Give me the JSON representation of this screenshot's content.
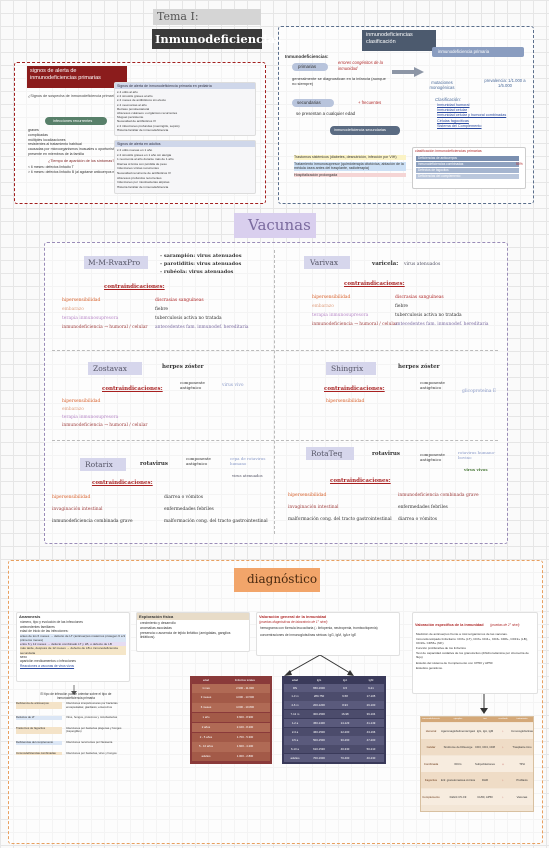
{
  "header": {
    "tema": "Tema I:",
    "title": "Inmunodeficiencias"
  },
  "signos": {
    "title": "signos de alerta de inmunodeficiencias primarias",
    "question": "¿Signos de sospecha de inmunodeficiencia primaria?",
    "pill": "infecciones recurrentes",
    "list": [
      "graves",
      "complicadas",
      "múltiples localizaciones",
      "resistentes al tratamiento habitual",
      "causadas por microorganismos inusuales u oportunistas",
      "presente en miembros de la familia"
    ],
    "tiempo_title": "¿Tiempo de aparición de los síntomas?",
    "tiempo_lines": [
      "< 6 meses: defectos linfocito T",
      "> 6 meses: defectos linfocito B (al agotarse anticuerpos maternos)"
    ],
    "right_title": "Signos de alerta de inmunodeficiencia primaria en pediatría",
    "right_lines": [
      "≥ 4 otitis al año",
      "≥ 2 sinusitis graves al año",
      "≥ 2 meses de antibióticos sin efecto",
      "≥ 2 neumonías al año",
      "Retraso pondoestatural",
      "Abscesos cutáneos u orgánicos recurrentes",
      "Muguet persistente",
      "Necesidad de antibióticos IV",
      "≥ 2 infecciones profundas (meningitis, sepsis)",
      "Historia familiar de inmunodeficiencia"
    ],
    "right2_title": "Signos de alerta en adultos",
    "right2_lines": [
      "≥ 2 otitis nuevas en 1 año",
      "≥ 2 sinusitis graves en 1 año sin alergia",
      "1 neumonía al año durante más de 1 año",
      "Diarrea crónica con pérdida de peso",
      "Infecciones víricas recurrentes",
      "Necesidad recurrente de antibióticos IV",
      "Abscesos profundos recurrentes",
      "Infecciones por micobacterias atípicas",
      "Historia familiar de inmunodeficiencia"
    ]
  },
  "clasif": {
    "title": "inmunodeficiencias clasificación",
    "inmuno_label": "Inmunodeficiencias:",
    "primarias": "primarias",
    "primarias_desc": "errores congénitos de la inmunidad",
    "primarias_note": "generalmente se diagnostican en la infancia (aunque no siempre)",
    "secundarias": "secundarias",
    "frecuentes": "+ frecuentes",
    "secundarias_note": "se presentan a cualquier edad",
    "ids_label": "inmunodeficiencia secundarias",
    "prim_header": "inmunodeficiencia primaria",
    "mutaciones": "mutaciones monogénicas",
    "prevalencia": "prevalencia: 1/1.000 a 1/5.000",
    "clasificacion_label": "Clasificación:",
    "clasificacion_items": [
      "Inmunidad humoral",
      "Inmunidad celular",
      "Inmunidad celular y humoral combinadas",
      "Células fagocíticas",
      "Sistema del Complemento"
    ],
    "sec_items": [
      "Trastornos sistémicos (diabetes, desnutrición, infección por VIH)",
      "Tratamiento inmunosupresor (quimioterapia citotóxica, ablación de la médula ósea antes del trasplante, radioterapia)",
      "Hospitalización prolongada"
    ],
    "box_title": "clasificación inmunodeficiencias primarias",
    "box_items": [
      "Deficiencias de anticuerpos",
      "Inmunodeficiencias combinadas",
      "Defectos de fagocitos",
      "Deficiencias del complemento"
    ],
    "box_pct": "50%"
  },
  "vacunas": {
    "title": "Vacunas",
    "contra": "contraindicaciones:",
    "mmr": {
      "name": "M-M-RvaxPro",
      "lines": [
        "- sarampión: virus atenuados",
        "- parotiditis: virus atenuados",
        "- rubéola: virus atenuados"
      ],
      "left": [
        "hipersensibilidad",
        "embarazo",
        "terapia inmunosupresora",
        "inmunodeficiencia → humoral / celular"
      ],
      "right": [
        "discrasias sanguíneas",
        "fiebre",
        "tuberculosis activa no tratada",
        "antecedentes fam. inmunodef. hereditaria"
      ]
    },
    "varivax": {
      "name": "Varivax",
      "label": "varicela:",
      "desc": "virus atenuados",
      "left": [
        "hipersensibilidad",
        "embarazo",
        "terapia inmunosupresora",
        "inmunodeficiencia → humoral / celular"
      ],
      "right": [
        "discrasias sanguíneas",
        "fiebre",
        "tuberculosis activa no tratada",
        "antecedentes fam. inmunodef. hereditaria"
      ]
    },
    "zostavax": {
      "name": "Zostavax",
      "label": "herpes zóster",
      "comp": "componente antigénico",
      "val": "virus vivo",
      "left": [
        "hipersensibilidad",
        "embarazo",
        "terapia inmunosupresora",
        "inmunodeficiencia → humoral / celular"
      ]
    },
    "shingrix": {
      "name": "Shingrix",
      "label": "herpes zóster",
      "comp": "componente antigénico",
      "val": "glicoproteína E",
      "left": [
        "hipersensibilidad"
      ]
    },
    "rotarix": {
      "name": "Rotarix",
      "label": "rotavirus",
      "comp": "componente antigénico",
      "val": "cepa de rotavirus humano",
      "sub": "virus atenuados",
      "left": [
        "hipersensibilidad",
        "invaginación intestinal",
        "inmunodeficiencia combinada grave"
      ],
      "right": [
        "diarrea o vómitos",
        "enfermedades febriles",
        "malformación cong. del tracto gastrointestinal"
      ]
    },
    "rotateq": {
      "name": "RotaTeq",
      "label": "rotavirus",
      "comp": "componente antigénico",
      "val": "rotavirus humano-bovino",
      "sub": "virus vivos",
      "left": [
        "hipersensibilidad",
        "invaginación intestinal",
        "malformación cong. del tracto gastrointestinal"
      ],
      "right": [
        "inmunodeficiencia combinada grave",
        "enfermedades febriles",
        "diarrea o vómitos"
      ]
    }
  },
  "diag": {
    "title": "diagnóstico",
    "anamnesis": {
      "title": "Anamnesis",
      "lines": [
        "número, tipo y evolución de las infecciones",
        "antecedentes familiares",
        "edad de inicio de las infecciones:",
        "antes de los 6 meses → defecto de LT (anticuerpos maternos protegen 6 a 9 primeros meses)",
        "entre 6 y 12 meses → defecto combinado LT y LB, o defecto de LB",
        "más tarde, después de 12 meses → defecto de LB o inmunodeficiencia secundaria",
        "sexo",
        "aparición medicamentos o infecciones",
        "Reacciones a vacunas de virus vivos"
      ],
      "subnote": "El tipo de infección puede orientar sobre el tipo de inmunodeficiencia primaria",
      "rows": [
        {
          "k": "Deficiencia de anticuerpos",
          "v": "Infecciones sinopulmonares por bacterias encapsuladas; giardiasis; enterovirus"
        },
        {
          "k": "Defectos de LT",
          "v": "Virus, hongos, protozoos y micobacterias"
        },
        {
          "k": "Trastornos de fagocitos",
          "v": "Infecciones por bacterias piógenas y hongos (Aspergillus)"
        },
        {
          "k": "Deficiencias del complemento",
          "v": "Infecciones recurrentes por Neisseria"
        },
        {
          "k": "Inmunodeficiencias combinadas",
          "v": "Infecciones por bacterias, virus y hongos"
        }
      ]
    },
    "fisica": {
      "title": "Exploración física",
      "lines": [
        "crecimiento y desarrollo",
        "anomalías asociadas",
        "presencia o ausencia de tejido linfático (amígdalas, ganglios linfáticos)."
      ]
    },
    "valor": {
      "title": "Valoración general de la inmunidad",
      "title_note": "(pruebas diagnósticas de laboratorio de 1° nivel)",
      "lines": [
        "hemograma con fórmula leucocitaria (↓ linfopenia, neutropenia, trombocitopenia)",
        "concentraciones de inmunoglobulinas séricas: IgG, IgM, IgA e IgE"
      ]
    },
    "valor2": {
      "title": "Valoración específica de la inmunidad",
      "title_note": "(pruebas de 2° nivel)",
      "lines": [
        "Medición de anticuerpos frente a microorganismos de las vacunas.",
        "Inmunofenotipado linfocitario: CD3+ (LT), CD3+ CD4+, CD3+ CD8+, CD19+ (LB), CD16+ CD56+ (NK)",
        "Función proliferativa de los linfocitos",
        "Test de capacidad oxidativa de los granulocitos (dihidrorodamina por citometría de flujo)",
        "Estudio del sistema de Complemento con CH50 y AP50",
        "Estudios genéticos."
      ]
    },
    "table1": {
      "headers": [
        "edad",
        "linfocitos totales"
      ],
      "rows": [
        [
          "1 mes",
          "2.900 - 11.000"
        ],
        [
          "3 meses",
          "4.000 - 13.500"
        ],
        [
          "6 meses",
          "4.000 - 10.800"
        ],
        [
          "1 año",
          "3.600 - 8.900"
        ],
        [
          "2 años",
          "2.100 - 8.200"
        ],
        [
          "2 - 5 años",
          "1.700 - 5.300"
        ],
        [
          "5 - 10 años",
          "1.600 - 4.200"
        ],
        [
          "adultos",
          "1.000 - 2.800"
        ]
      ]
    },
    "table2": {
      "headers": [
        "edad",
        "IgG",
        "IgA",
        "IgM"
      ],
      "rows": [
        [
          "RN",
          "650-1600",
          "0-5",
          "6-21"
        ],
        [
          "1-3 m",
          "280-750",
          "6-58",
          "17-105"
        ],
        [
          "4-6 m",
          "200-1200",
          "8-93",
          "26-100"
        ],
        [
          "7-12 m",
          "300-1500",
          "16-98",
          "36-104"
        ],
        [
          "1-2 a",
          "450-1400",
          "14-123",
          "41-149"
        ],
        [
          "2-3 a",
          "460-1500",
          "22-200",
          "43-166"
        ],
        [
          "3-5 a",
          "500-1500",
          "30-260",
          "47-200"
        ],
        [
          "6-10 a",
          "610-1530",
          "40-330",
          "50-210"
        ],
        [
          "adultos",
          "700-1600",
          "70-400",
          "40-230"
        ]
      ]
    },
    "table3": {
      "headers": [
        "inmunodeficiencia",
        "ejemplos",
        "test",
        "resultado",
        "tratamiento"
      ],
      "rows": [
        [
          "Humoral",
          "Agammaglobulinemia ligada a X",
          "IgG, IgA, IgM",
          "↓",
          "Inmunoglobulinas"
        ],
        [
          "Celular",
          "Síndrome de DiGeorge",
          "CD3, CD4, CD8",
          "↓",
          "Trasplante timo"
        ],
        [
          "Combinada",
          "IDCG",
          "Subpoblaciones",
          "↓↓",
          "TPH"
        ],
        [
          "Fagocitos",
          "Enf. granulomatosa crónica",
          "DHR",
          "↓",
          "Profilaxis"
        ],
        [
          "Complemento",
          "Déficit C5-C9",
          "CH50, AP50",
          "↓",
          "Vacunas"
        ]
      ]
    }
  }
}
